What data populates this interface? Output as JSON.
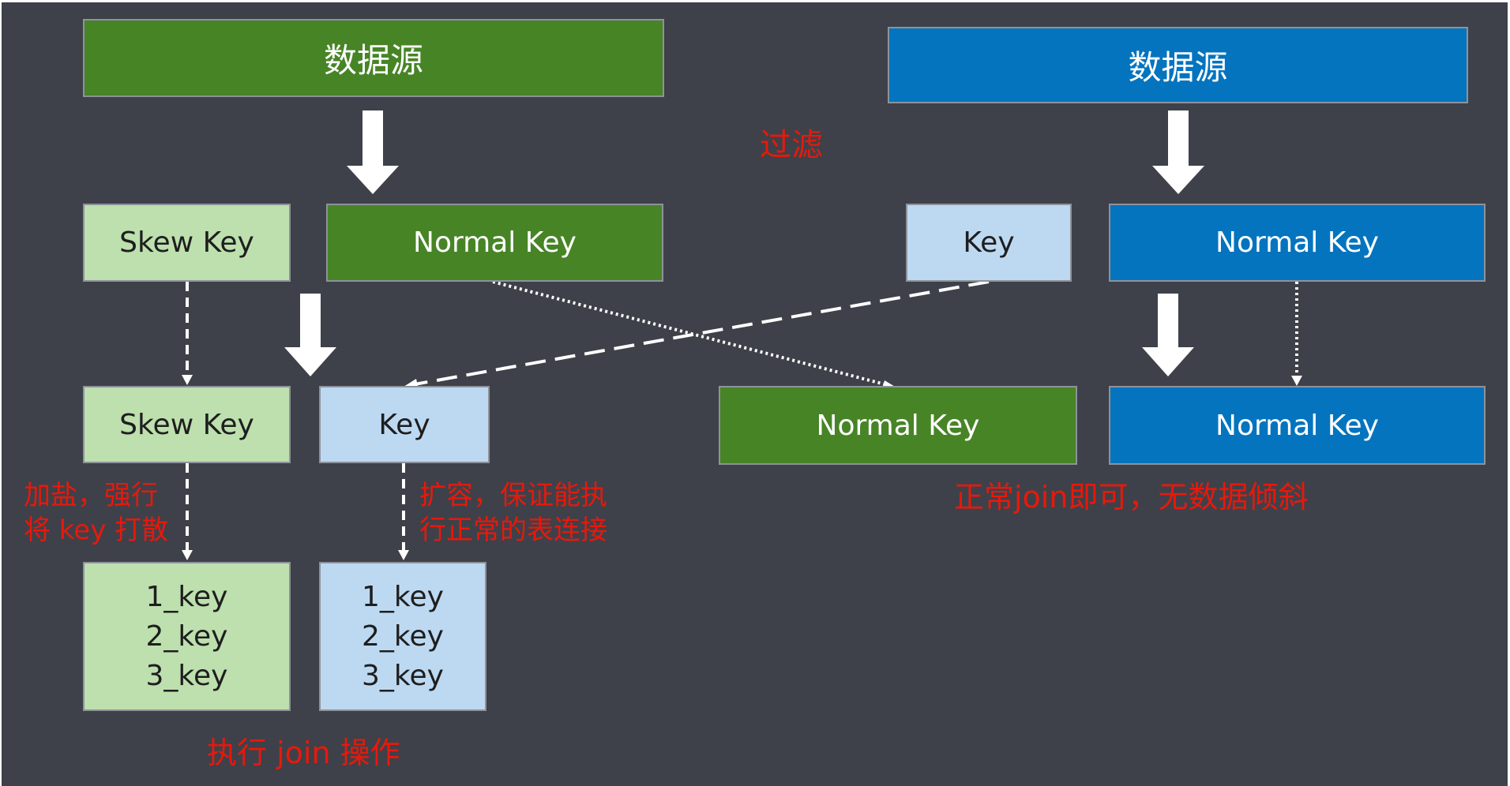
{
  "left": {
    "source": "数据源",
    "skew_key_top": "Skew Key",
    "normal_key_top": "Normal Key",
    "skew_key_mid": "Skew Key",
    "key_mid": "Key",
    "salted_keys": [
      "1_key",
      "2_key",
      "3_key"
    ],
    "expanded_keys": [
      "1_key",
      "2_key",
      "3_key"
    ]
  },
  "right": {
    "source": "数据源",
    "key_top": "Key",
    "normal_key_top": "Normal Key",
    "normal_key_mid_green": "Normal Key",
    "normal_key_mid_blue": "Normal Key"
  },
  "notes": {
    "filter": "过滤",
    "salt_line1": "加盐，强行",
    "salt_line2": "将 key 打散",
    "expand_line1": "扩容，保证能执",
    "expand_line2": "行正常的表连接",
    "normal_join": "正常join即可，无数据倾斜",
    "do_join": "执行 join 操作"
  },
  "colors": {
    "background": "#3e4149",
    "dark_green": "#478426",
    "light_green": "#bde0ae",
    "blue": "#0474bf",
    "light_blue": "#bdd9f2",
    "note_red": "#e8180c"
  }
}
